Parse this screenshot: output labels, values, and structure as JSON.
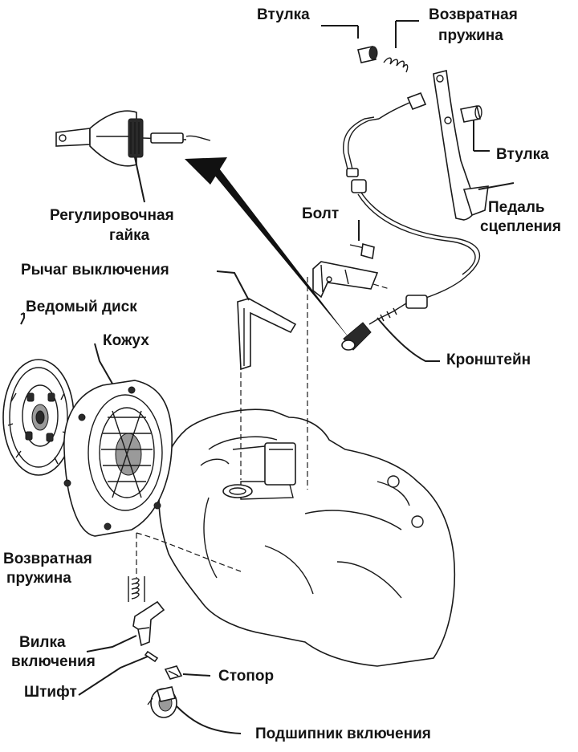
{
  "labels": {
    "bushing_top": "Втулка",
    "return_spring_top_1": "Возвратная",
    "return_spring_top_2": "пружина",
    "bushing_right": "Втулка",
    "clutch_pedal_1": "Педаль",
    "clutch_pedal_2": "сцепления",
    "adjusting_nut_1": "Регулировочная",
    "adjusting_nut_2": "гайка",
    "bolt": "Болт",
    "release_lever": "Рычаг выключения",
    "driven_disc": "Ведомый диск",
    "cover": "Кожух",
    "bracket": "Кронштейн",
    "return_spring_bottom_1": "Возвратная",
    "return_spring_bottom_2": "пружина",
    "fork_1": "Вилка",
    "fork_2": "включения",
    "pin": "Штифт",
    "stopper": "Стопор",
    "bearing": "Подшипник включения"
  }
}
